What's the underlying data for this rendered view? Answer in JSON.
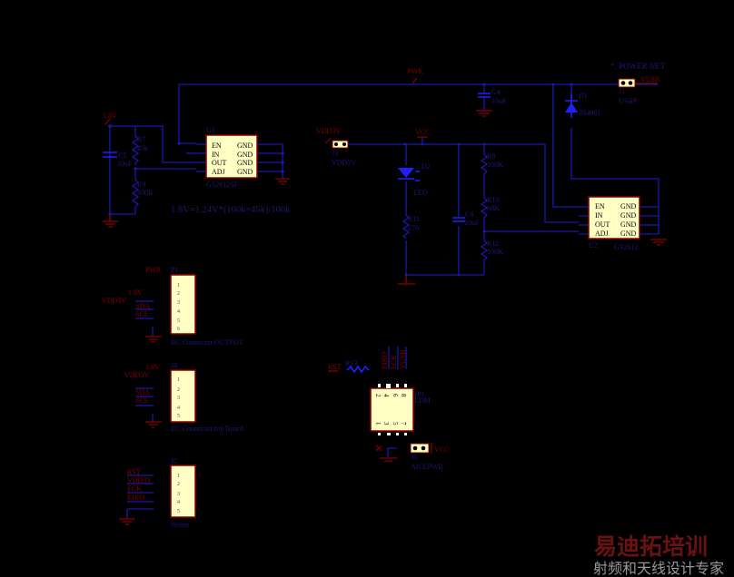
{
  "power_net_title": "*. POWER NET",
  "formula": "1.8V=1.24V*(100k+45k)/100k",
  "nets": {
    "pwr": "PWR",
    "v18": "1.8V",
    "vdd3v": "VDD3V",
    "vcc": "VCC",
    "vusb": "VUSB",
    "sda": "SDA",
    "scl": "SCL",
    "rst": "RST",
    "eck": "ECK",
    "edio": "EDIO"
  },
  "u1": {
    "ref": "U1",
    "part": "GS2612SF",
    "pins_left": [
      "EN",
      "IN",
      "OUT",
      "ADJ"
    ],
    "pins_right": [
      "GND",
      "GND",
      "GND",
      "GND"
    ]
  },
  "u2": {
    "ref": "U2",
    "part": "GS2612",
    "pins_left": [
      "EN",
      "IN",
      "OUT",
      "ADJ"
    ],
    "pins_right": [
      "GND",
      "GND",
      "GND",
      "GND"
    ]
  },
  "c5": {
    "ref": "C5",
    "value": "10uF"
  },
  "c4": {
    "ref": "C4",
    "value": "10uF"
  },
  "c6": {
    "ref": "C6",
    "value": "10uF"
  },
  "r7": {
    "ref": "R7",
    "value": "45k"
  },
  "r9": {
    "ref": "R9",
    "value": "100K"
  },
  "r8": {
    "ref": "R8",
    "value": "100K"
  },
  "r10": {
    "ref": "R10",
    "value": "68K"
  },
  "r12": {
    "ref": "R12",
    "value": "100K"
  },
  "r11": {
    "ref": "R11",
    "value": "270"
  },
  "r13": {
    "ref": "R13"
  },
  "d1": {
    "ref": "D1",
    "value": "IN4001"
  },
  "d2": {
    "ref": "D2",
    "value": "LED"
  },
  "j1": {
    "ref": "J1",
    "name": "USBP"
  },
  "j3": {
    "ref": "J3",
    "name": "VDD3V"
  },
  "j6": {
    "ref": "J6",
    "name": "AICEPWR"
  },
  "p1": {
    "ref": "P1",
    "name": "IIC Connector OUTPUT",
    "pins": [
      "1",
      "2",
      "3",
      "4",
      "5",
      "6"
    ]
  },
  "j4": {
    "ref": "J4",
    "name": "IIC Connector top Board",
    "pins": [
      "1",
      "2",
      "3",
      "4",
      "5"
    ]
  },
  "j5": {
    "ref": "J5",
    "name": "Writer",
    "pins": [
      "1",
      "2",
      "3",
      "4",
      "5"
    ]
  },
  "jp1": {
    "ref": "JP1",
    "name": "EDM",
    "pins_top": [
      "2",
      "4",
      "6",
      "8"
    ],
    "pins_bottom": [
      "1",
      "3",
      "5",
      "7"
    ]
  },
  "watermark": {
    "title": "易迪拓培训",
    "subtitle": "射频和天线设计专家"
  }
}
